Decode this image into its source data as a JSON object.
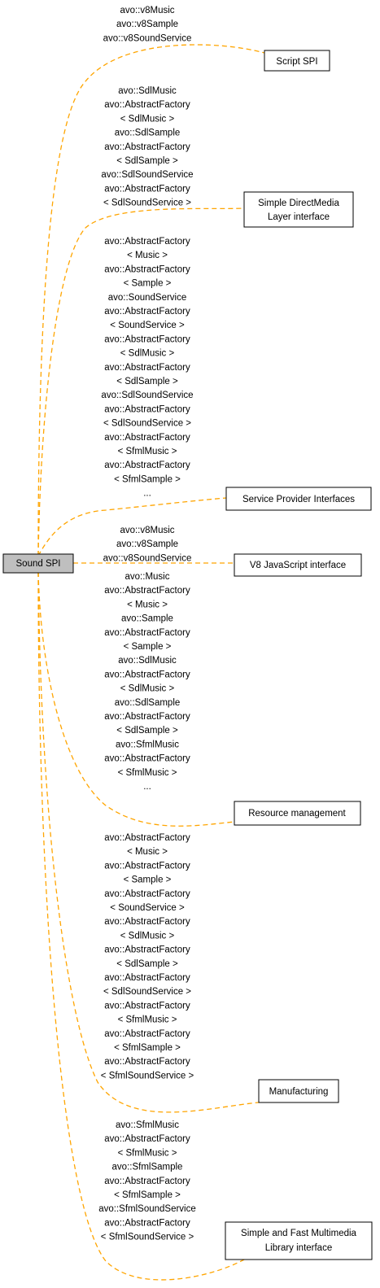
{
  "center_node": {
    "label": "Sound SPI"
  },
  "nodes": [
    {
      "id": "script",
      "lines": [
        "Script SPI"
      ]
    },
    {
      "id": "sdl",
      "lines": [
        "Simple DirectMedia",
        "Layer interface"
      ]
    },
    {
      "id": "spi",
      "lines": [
        "Service Provider Interfaces"
      ]
    },
    {
      "id": "v8",
      "lines": [
        "V8 JavaScript interface"
      ]
    },
    {
      "id": "resource",
      "lines": [
        "Resource management"
      ]
    },
    {
      "id": "manufacturing",
      "lines": [
        "Manufacturing"
      ]
    },
    {
      "id": "sfml",
      "lines": [
        "Simple and Fast Multimedia",
        "Library interface"
      ]
    }
  ],
  "edge_labels": {
    "script": [
      "avo::v8Music",
      "avo::v8Sample",
      "avo::v8SoundService"
    ],
    "sdl": [
      "avo::SdlMusic",
      "avo::AbstractFactory",
      "< SdlMusic >",
      "avo::SdlSample",
      "avo::AbstractFactory",
      "< SdlSample >",
      "avo::SdlSoundService",
      "avo::AbstractFactory",
      "< SdlSoundService >"
    ],
    "spi": [
      "avo::AbstractFactory",
      "< Music >",
      "avo::AbstractFactory",
      "< Sample >",
      "avo::SoundService",
      "avo::AbstractFactory",
      "< SoundService >",
      "avo::AbstractFactory",
      "< SdlMusic >",
      "avo::AbstractFactory",
      "< SdlSample >",
      "avo::SdlSoundService",
      "avo::AbstractFactory",
      "< SdlSoundService >",
      "avo::AbstractFactory",
      "< SfmlMusic >",
      "avo::AbstractFactory",
      "< SfmlSample >",
      "..."
    ],
    "v8": [
      "avo::v8Music",
      "avo::v8Sample",
      "avo::v8SoundService"
    ],
    "resource": [
      "avo::Music",
      "avo::AbstractFactory",
      "< Music >",
      "avo::Sample",
      "avo::AbstractFactory",
      "< Sample >",
      "avo::SdlMusic",
      "avo::AbstractFactory",
      "< SdlMusic >",
      "avo::SdlSample",
      "avo::AbstractFactory",
      "< SdlSample >",
      "avo::SfmlMusic",
      "avo::AbstractFactory",
      "< SfmlMusic >",
      "..."
    ],
    "manufacturing": [
      "avo::AbstractFactory",
      "< Music >",
      "avo::AbstractFactory",
      "< Sample >",
      "avo::AbstractFactory",
      "< SoundService >",
      "avo::AbstractFactory",
      "< SdlMusic >",
      "avo::AbstractFactory",
      "< SdlSample >",
      "avo::AbstractFactory",
      "< SdlSoundService >",
      "avo::AbstractFactory",
      "< SfmlMusic >",
      "avo::AbstractFactory",
      "< SfmlSample >",
      "avo::AbstractFactory",
      "< SfmlSoundService >"
    ],
    "sfml": [
      "avo::SfmlMusic",
      "avo::AbstractFactory",
      "< SfmlMusic >",
      "avo::SfmlSample",
      "avo::AbstractFactory",
      "< SfmlSample >",
      "avo::SfmlSoundService",
      "avo::AbstractFactory",
      "< SfmlSoundService >"
    ]
  },
  "colors": {
    "edge": "#ffa500",
    "current_node_fill": "#bfbfbf",
    "node_border": "#000000"
  }
}
